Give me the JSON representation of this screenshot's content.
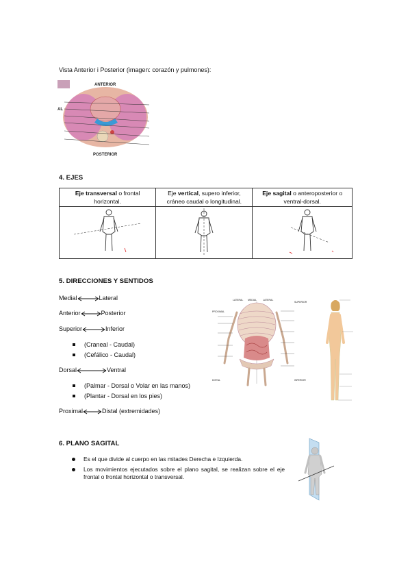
{
  "intro": {
    "caption": "Vista Anterior i Posterior (imagen: corazón y pulmones):"
  },
  "heart_figure": {
    "top_label": "ANTERIOR",
    "side_label": "AL",
    "bottom_label": "POSTERIOR"
  },
  "ejes": {
    "heading": "4. EJES",
    "columns": [
      {
        "bold": "Eje transversal",
        "rest": " o frontal horizontal."
      },
      {
        "pre": "Eje ",
        "bold": "vertical",
        "rest": ", supero inferior, cráneo caudal o longitudinal."
      },
      {
        "bold": "Eje sagital",
        "rest": " o anteroposterior o ventral-dorsal."
      }
    ]
  },
  "direcciones": {
    "heading": "5. DIRECCIONES Y SENTIDOS",
    "pairs": [
      {
        "left": "Medial",
        "right": "Lateral"
      },
      {
        "left": "Anterior",
        "right": "Posterior"
      },
      {
        "left": "Superior",
        "right": "Inferior"
      }
    ],
    "superior_notes": [
      "(Craneal - Caudal)",
      "(Cefálico - Caudal)"
    ],
    "dorsal": {
      "left": "Dorsal",
      "right": "Ventral"
    },
    "dorsal_notes": [
      "(Palmar - Dorsal o Volar en las manos)",
      "(Plantar - Dorsal en los pies)"
    ],
    "proximal": {
      "left": "Proximal",
      "right": "Distal (extremidades)"
    },
    "anatomy_labels": {
      "lateral": "LATERAL",
      "medial": "MEDIAL",
      "superior": "SUPERIOR",
      "proximal": "PROXIMAL",
      "distal": "DISTAL",
      "inferior": "INFERIOR"
    }
  },
  "sagital": {
    "heading": "6. PLANO SAGITAL",
    "bullets": [
      "Es el que divide al cuerpo en las mitades Derecha e Izquierda.",
      "Los movimientos ejecutados sobre el plano sagital, se realizan sobre el eje frontal o frontal horizontal o transversal."
    ]
  }
}
